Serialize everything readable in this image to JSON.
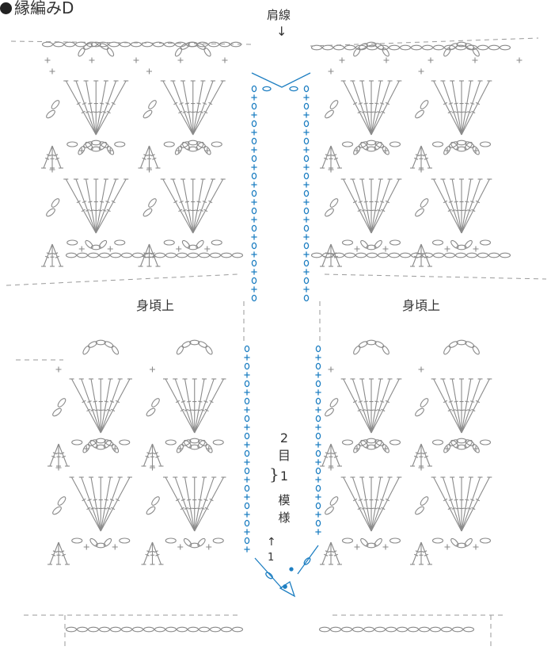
{
  "diagram": {
    "title": "縁編みD",
    "shoulder_label": "肩線",
    "shoulder_arrow": "↓",
    "panel_left_label": "身頃上",
    "panel_right_label": "身頃上",
    "repeat_note_count": "2目",
    "repeat_note_per": "1",
    "repeat_note_pattern": "模様",
    "start_arrow": "↑",
    "start_number": "1"
  },
  "colors": {
    "stitch_gray": "#8a8a8a",
    "edging_blue": "#1e7fc2",
    "text": "#333333",
    "guide_dash": "#9a9a9a"
  },
  "symbols": [
    "chain-oval",
    "single-crochet-plus",
    "treble-crochet-fan",
    "slip-stitch-dot"
  ]
}
